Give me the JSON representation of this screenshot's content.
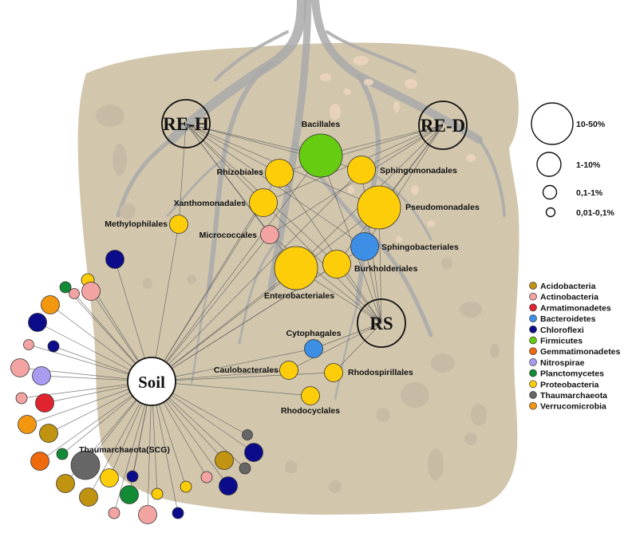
{
  "colors": {
    "Acidobacteria": "#c09310",
    "Actinobacteria": "#f4a3a3",
    "Armatimonadetes": "#e0242f",
    "Bacteroidetes": "#3d8fe6",
    "Chloroflexi": "#0c0c8a",
    "Firmicutes": "#66cc11",
    "Gemmatimonadetes": "#ee6a0d",
    "Nitrospirae": "#a99cf0",
    "Planctomycetes": "#138a35",
    "Proteobacteria": "#fccd08",
    "Thaumarchaeota": "#666666",
    "Verrucomicrobia": "#f39710",
    "soil_background": "#d2c6ad",
    "root": "#a9a9a9",
    "edge": "#5a5a5a"
  },
  "hubs": {
    "re_h": "RE-H",
    "re_d": "RE-D",
    "rs": "RS",
    "soil": "Soil"
  },
  "orders": [
    {
      "label": "Bacillales",
      "phylum": "Firmicutes",
      "size_class": "10-50%",
      "hubs": [
        "re_h",
        "re_d",
        "rs",
        "soil"
      ]
    },
    {
      "label": "Rhizobiales",
      "phylum": "Proteobacteria",
      "size_class": "1-10%",
      "hubs": [
        "re_h",
        "re_d",
        "rs",
        "soil"
      ]
    },
    {
      "label": "Sphingomonadales",
      "phylum": "Proteobacteria",
      "size_class": "1-10%",
      "hubs": [
        "re_h",
        "re_d",
        "rs",
        "soil"
      ]
    },
    {
      "label": "Xanthomonadales",
      "phylum": "Proteobacteria",
      "size_class": "1-10%",
      "hubs": [
        "re_h",
        "re_d",
        "rs",
        "soil"
      ]
    },
    {
      "label": "Pseudomonadales",
      "phylum": "Proteobacteria",
      "size_class": "10-50%",
      "hubs": [
        "re_h",
        "re_d",
        "rs",
        "soil"
      ]
    },
    {
      "label": "Methylophilales",
      "phylum": "Proteobacteria",
      "size_class": "0,1-1%",
      "hubs": [
        "re_h",
        "soil"
      ]
    },
    {
      "label": "Micrococcales",
      "phylum": "Actinobacteria",
      "size_class": "0,1-1%",
      "hubs": [
        "re_h",
        "re_d",
        "rs",
        "soil"
      ]
    },
    {
      "label": "Sphingobacteriales",
      "phylum": "Bacteroidetes",
      "size_class": "1-10%",
      "hubs": [
        "re_h",
        "re_d",
        "rs",
        "soil"
      ]
    },
    {
      "label": "Burkholderiales",
      "phylum": "Proteobacteria",
      "size_class": "1-10%",
      "hubs": [
        "re_h",
        "re_d",
        "rs",
        "soil"
      ]
    },
    {
      "label": "Enterobacteriales",
      "phylum": "Proteobacteria",
      "size_class": "10-50%",
      "hubs": [
        "re_h",
        "re_d",
        "rs",
        "soil"
      ]
    },
    {
      "label": "Cytophagales",
      "phylum": "Bacteroidetes",
      "size_class": "0,1-1%",
      "hubs": [
        "rs",
        "soil"
      ]
    },
    {
      "label": "Caulobacterales",
      "phylum": "Proteobacteria",
      "size_class": "0,1-1%",
      "hubs": [
        "rs",
        "soil"
      ]
    },
    {
      "label": "Rhodospirillales",
      "phylum": "Proteobacteria",
      "size_class": "0,1-1%",
      "hubs": [
        "rs",
        "soil"
      ]
    },
    {
      "label": "Rhodocyclales",
      "phylum": "Proteobacteria",
      "size_class": "0,1-1%",
      "hubs": [
        "soil"
      ]
    }
  ],
  "soil_only": {
    "labeled": {
      "label": "Thaumarchaeota(SCG)",
      "phylum": "Thaumarchaeota"
    },
    "unlabeled_phyla": [
      "Chloroflexi",
      "Proteobacteria",
      "Planctomycetes",
      "Actinobacteria",
      "Verrucomicrobia",
      "Actinobacteria",
      "Chloroflexi",
      "Actinobacteria",
      "Chloroflexi",
      "Actinobacteria",
      "Nitrospirae",
      "Actinobacteria",
      "Armatimonadetes",
      "Verrucomicrobia",
      "Acidobacteria",
      "Thaumarchaeota",
      "Gemmatimonadetes",
      "Planctomycetes",
      "Chloroflexi",
      "Acidobacteria",
      "Acidobacteria",
      "Proteobacteria",
      "Planctomycetes",
      "Actinobacteria",
      "Chloroflexi",
      "Proteobacteria",
      "Proteobacteria",
      "Actinobacteria",
      "Actinobacteria",
      "Chloroflexi",
      "Acidobacteria",
      "Thaumarchaeota",
      "Chloroflexi"
    ]
  },
  "size_legend": [
    "10-50%",
    "1-10%",
    "0,1-1%",
    "0,01-0,1%"
  ],
  "phylum_legend": [
    "Acidobacteria",
    "Actinobacteria",
    "Armatimonadetes",
    "Bacteroidetes",
    "Chloroflexi",
    "Firmicutes",
    "Gemmatimonadetes",
    "Nitrospirae",
    "Planctomycetes",
    "Proteobacteria",
    "Thaumarchaeota",
    "Verrucomicrobia"
  ]
}
